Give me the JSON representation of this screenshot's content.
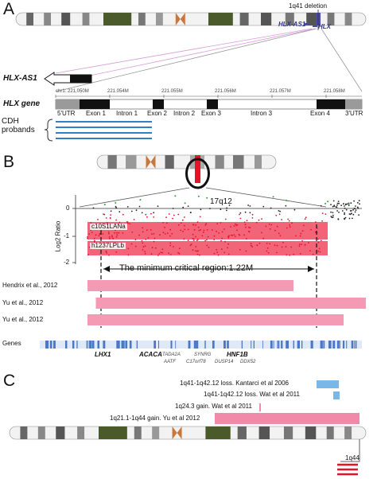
{
  "panels": {
    "a": "A",
    "b": "B",
    "c": "C"
  },
  "panel_a": {
    "deletion_label": "1q41 deletion",
    "hlx_as1_small": "HLX-AS1",
    "hlx_small": "HLX",
    "hlx_as1_large": "HLX-AS1",
    "hlx_gene_label": "HLX gene",
    "coordinates": [
      "chr1: 221,050M",
      "221.054M",
      "221.055M",
      "221.056M",
      "221.057M",
      "221.058M"
    ],
    "utr5": "5'UTR",
    "utr3": "3'UTR",
    "exons": [
      "Exon 1",
      "Exon 2",
      "Exon 3",
      "Exon 4"
    ],
    "introns": [
      "Intron 1",
      "Intron 2",
      "Intron 3"
    ],
    "cdh_label": "CDH\nprobands",
    "proband_count": 4,
    "colors": {
      "exon": "#111111",
      "utr": "#9a9a9a",
      "proband": "#2f7fc9",
      "deletion": "#4a4aa8"
    }
  },
  "panel_b": {
    "band_label": "17q12",
    "ylabel": "Log2 Ratio",
    "yticks": [
      "0",
      "-1",
      "-2"
    ],
    "samples": [
      "c10S1LANa",
      "h1237LPLb"
    ],
    "critical_region_label": "The minimum critical region:1.22M",
    "studies": [
      {
        "name": "Hendrix et al., 2012",
        "start": 0.0,
        "end": 0.74
      },
      {
        "name": "Yu et al., 2012",
        "start": 0.03,
        "end": 1.0
      },
      {
        "name": "Yu et al., 2012",
        "start": 0.0,
        "end": 0.92
      }
    ],
    "genes_label": "Genes",
    "genes": [
      "LHX1",
      "ACACA",
      "TADA2A",
      "AATF",
      "SYNRG",
      "C17orf78",
      "HNF1B",
      "DUSP14",
      "DDX52"
    ],
    "colors": {
      "points": "#e8102a",
      "band": "#f04a60",
      "study_bar": "#f59ab5",
      "genes": "#4a78c8"
    }
  },
  "panel_c": {
    "cnvs": [
      {
        "label": "1q41-1q42.12 loss. Kantarci et al 2006",
        "color": "#7ab6e6"
      },
      {
        "label": "1q41-1q42.12 loss. Wat et al 2011",
        "color": "#7ab6e6"
      },
      {
        "label": "1q24.3 gain. Wat et al 2011",
        "color": "#f08aa8"
      },
      {
        "label": "1q21.1-1q44 gain. Yu et al 2012",
        "color": "#f08aa8"
      }
    ],
    "band_label": "1q44",
    "colors": {
      "loss": "#7ab6e6",
      "gain": "#f08aa8",
      "marker": "#e8102a"
    }
  }
}
